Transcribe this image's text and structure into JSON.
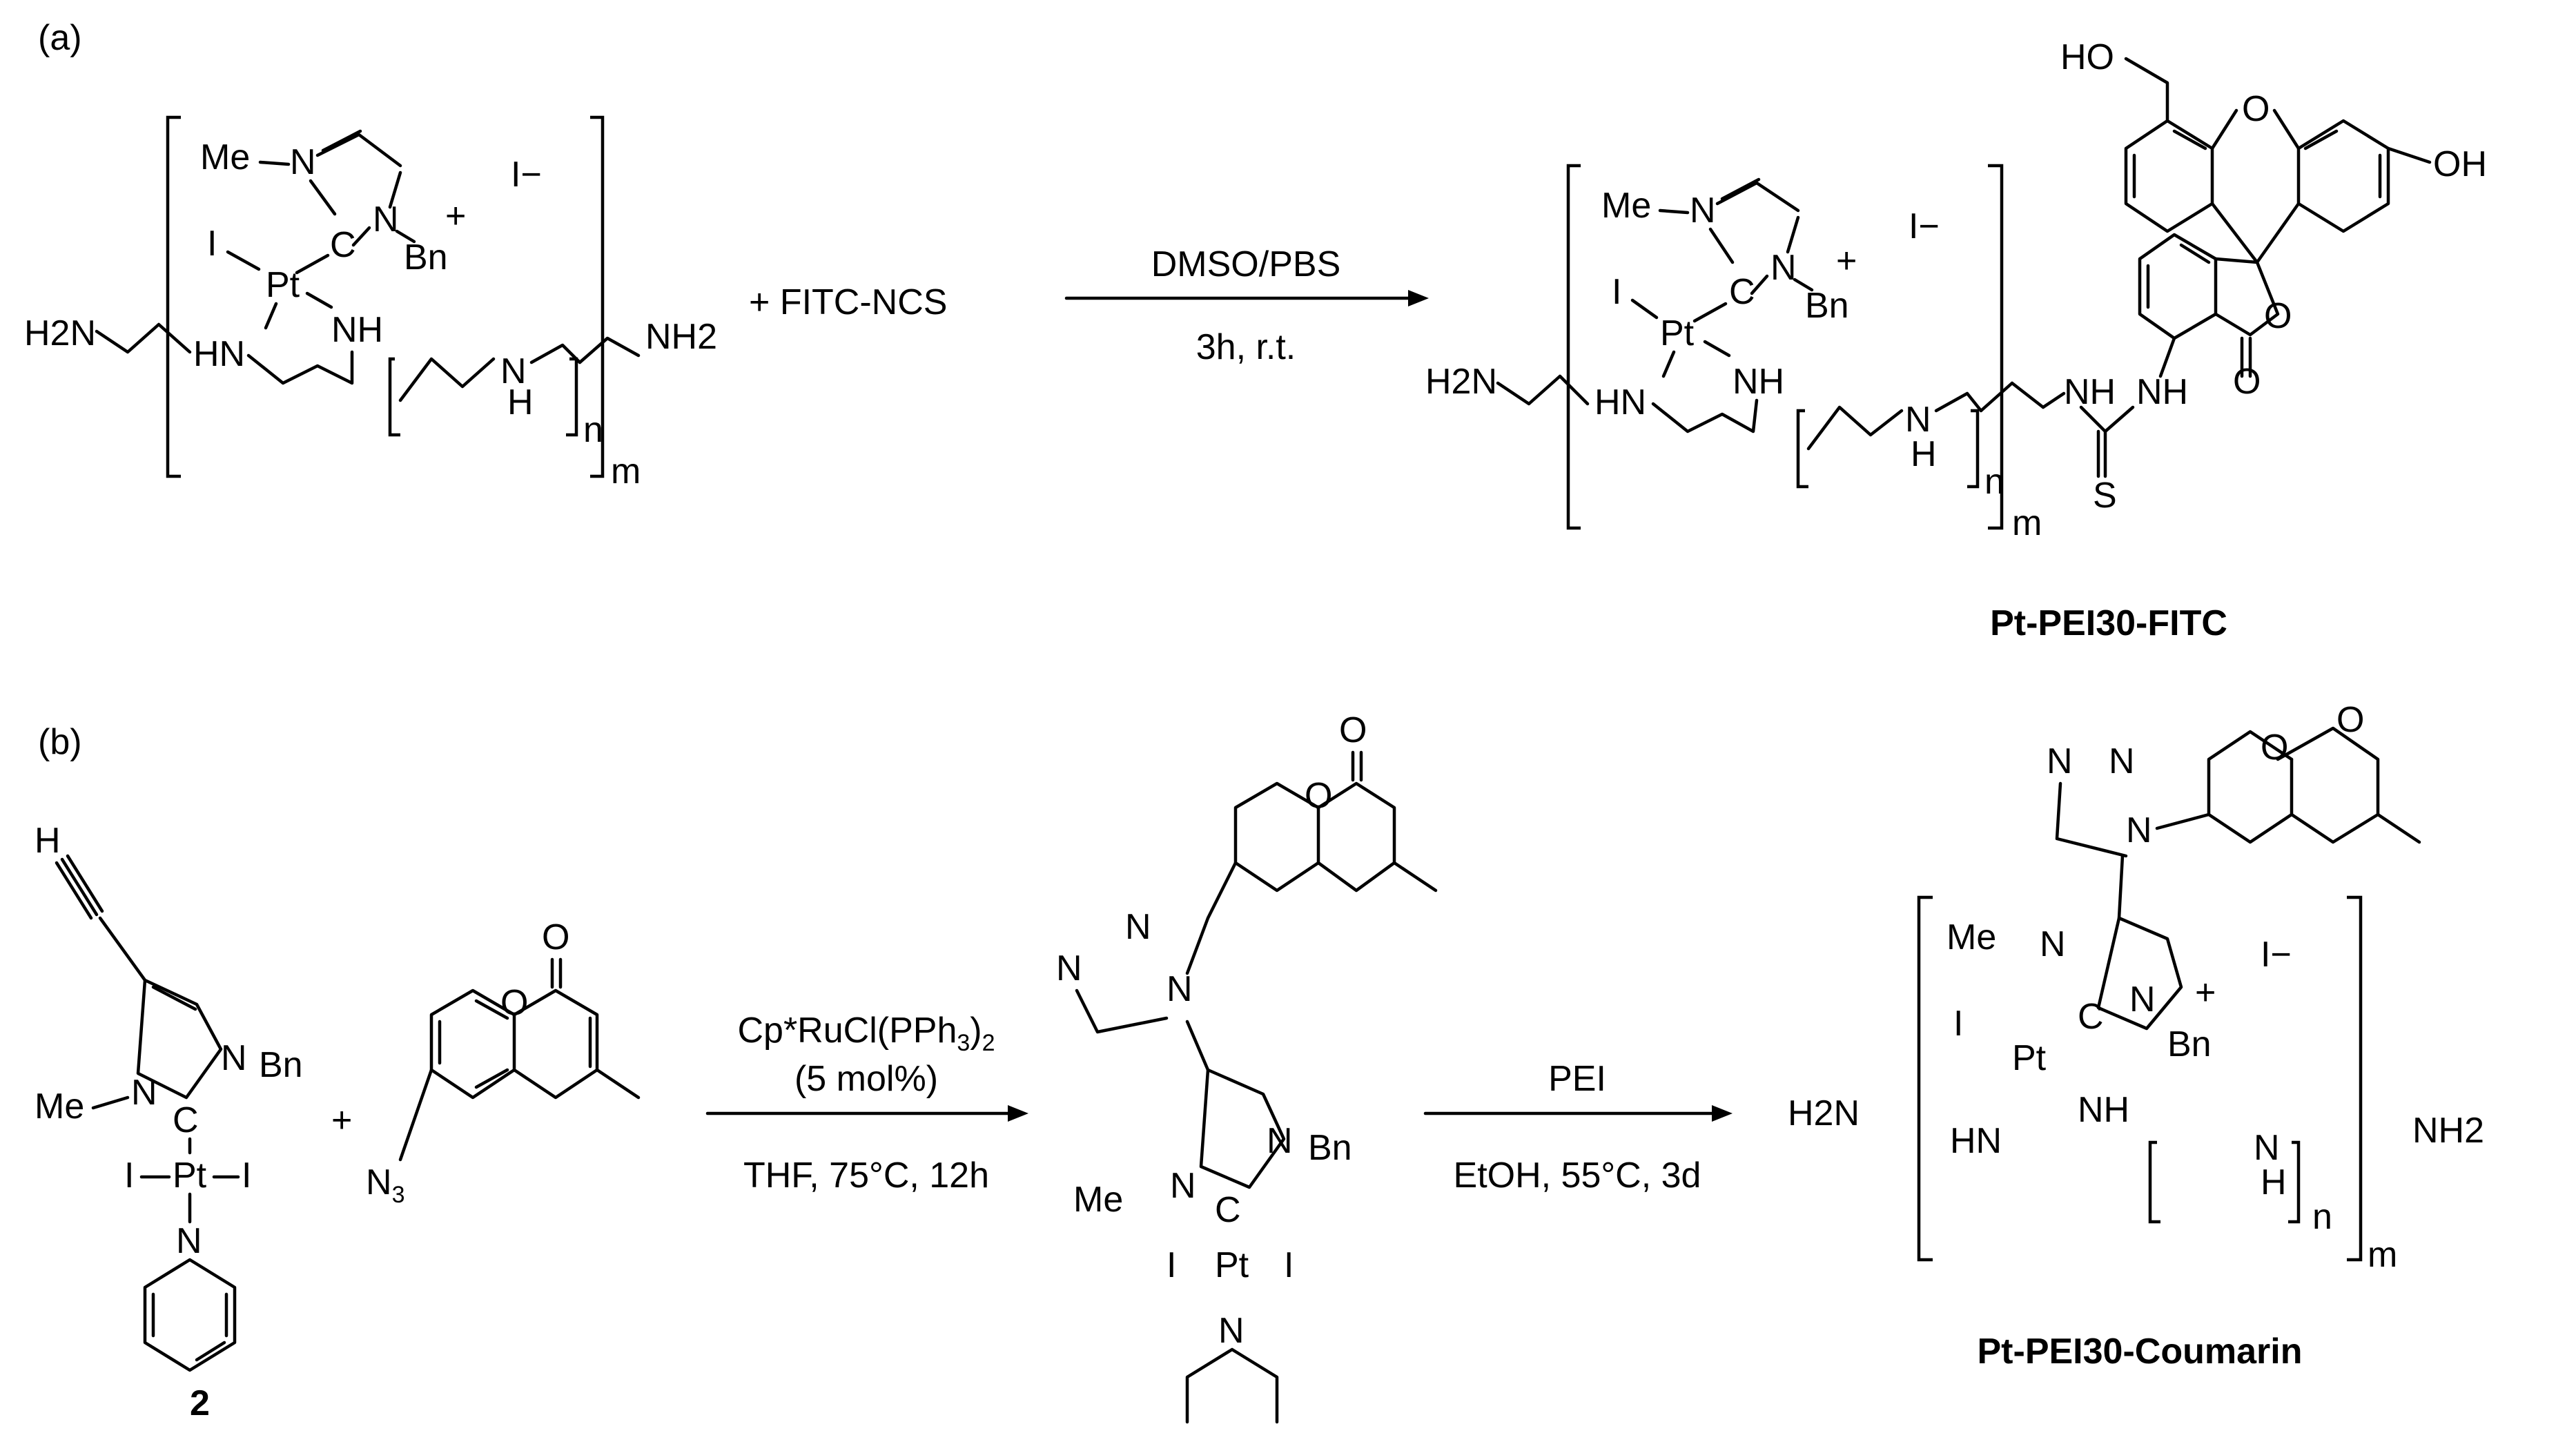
{
  "panels": {
    "a": {
      "tag": "(a)"
    },
    "b": {
      "tag": "(b)"
    }
  },
  "atoms": {
    "methyl": "Me",
    "benzyl": "Bn",
    "nitrogen": "N",
    "carbene_c": "C",
    "platinum": "Pt",
    "iodide": "I",
    "iodide_anion": "I−",
    "plus": "+",
    "amine_h2n": "H2N",
    "amine_nh2": "NH2",
    "amine_nh": "NH",
    "amine_hn": "HN",
    "amine_h": "H",
    "sub_n": "n",
    "sub_m": "m",
    "hydroxyl_ho": "HO",
    "hydroxyl_oh": "OH",
    "oxygen": "O",
    "sulfur": "S",
    "alkyne_h": "H",
    "azide": "N3"
  },
  "reagents": {
    "fitc": "+ FITC-NCS",
    "plus_sign": "+"
  },
  "conditions": {
    "step_a_top": "DMSO/PBS",
    "step_a_bottom": "3h, r.t.",
    "step_b1_top1": "Cp*RuCl(PPh3)2",
    "step_b1_top2": "(5 mol%)",
    "step_b1_bottom": "THF, 75°C, 12h",
    "step_b2_top": "PEI",
    "step_b2_bottom": "EtOH, 55°C, 3d"
  },
  "compounds": {
    "fitc_product": "Pt-PEI30-FITC",
    "coumarin_product": "Pt-PEI30-Coumarin",
    "complex_2": "2"
  },
  "colors": {
    "ink": "#000000",
    "background": "#ffffff"
  }
}
